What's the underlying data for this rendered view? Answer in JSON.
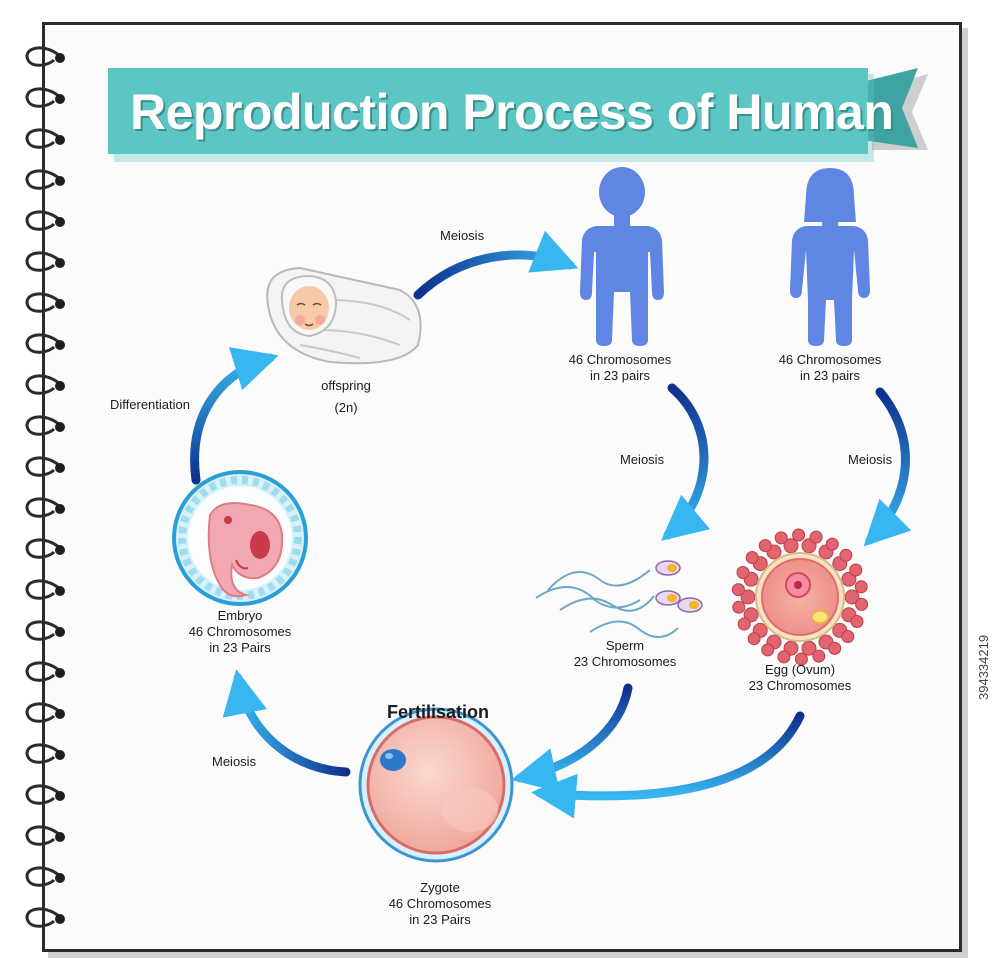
{
  "title": "Reproduction Process of Human",
  "colors": {
    "ribbon": "#5cc6c4",
    "ribbon_dark": "#3fa3a1",
    "arrow_dark": "#0f2f8f",
    "arrow_light": "#38b6ef",
    "silhouette": "#5f86e3",
    "zygote": "#f3b7ad",
    "egg_cells": "#e2646e"
  },
  "nodes": {
    "offspring": {
      "line1": "offspring",
      "line2": "(2n)"
    },
    "male": {
      "line1": "46 Chromosomes",
      "line2": "in 23 pairs"
    },
    "female": {
      "line1": "46 Chromosomes",
      "line2": "in 23 pairs"
    },
    "sperm": {
      "line1": "Sperm",
      "line2": "23 Chromosomes"
    },
    "egg": {
      "line1": "Egg (Ovum)",
      "line2": "23 Chromosomes"
    },
    "zygote": {
      "line1": "Zygote",
      "line2": "46 Chromosomes",
      "line3": "in 23 Pairs"
    },
    "embryo": {
      "line1": "Embryo",
      "line2": "46 Chromosomes",
      "line3": "in 23 Pairs"
    }
  },
  "steps": {
    "meiosis_top": "Meiosis",
    "meiosis_male": "Meiosis",
    "meiosis_female": "Meiosis",
    "meiosis_left": "Meiosis",
    "differentiation": "Differentiation",
    "fertilisation": "Fertilisation"
  },
  "watermark": "394334219"
}
